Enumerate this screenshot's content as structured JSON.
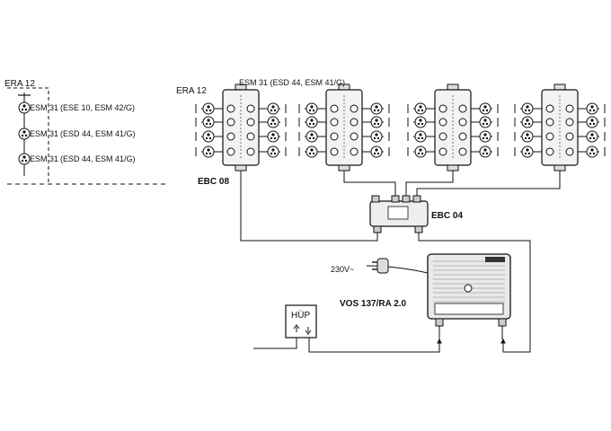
{
  "legend": {
    "title": "ERA 12",
    "rows": [
      {
        "model": "ESM 31",
        "detail": "(ESE 10, ESM 42/G)"
      },
      {
        "model": "ESM 31",
        "detail": "(ESD 44, ESM 41/G)"
      },
      {
        "model": "ESM 31",
        "detail": "(ESD 44, ESM 41/G)"
      }
    ]
  },
  "main": {
    "era_label": "ERA 12",
    "esm_label": "ESM 31 (ESD 44, ESM 41/G)",
    "splitter_label": "EBC 08",
    "combiner_label": "EBC 04",
    "voltage_label": "230V~",
    "amplifier_label": "VOS 137/RA 2.0",
    "hup_label": "HÜP"
  }
}
